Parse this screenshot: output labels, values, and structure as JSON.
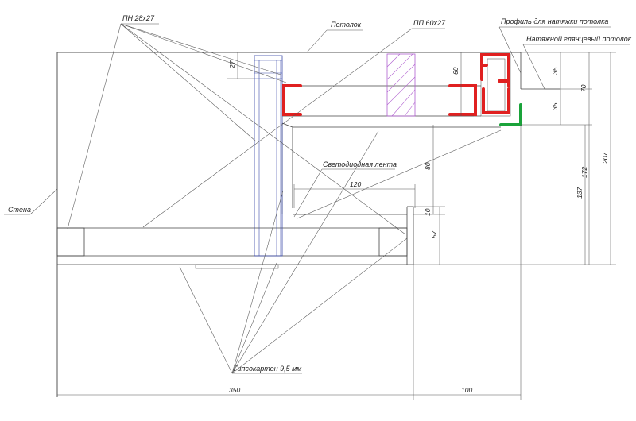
{
  "labels": {
    "pn_profile": "ПН 28x27",
    "ceiling": "Потолок",
    "pp_profile": "ПП 60x27",
    "tension_profile": "Профиль для натяжки потолка",
    "glossy_ceiling": "Натяжной глянцевый потолок",
    "led_strip": "Светодиодная лента",
    "wall": "Стена",
    "drywall": "Гипсокартон 9,5 мм"
  },
  "dimensions": {
    "d27": "27",
    "d60": "60",
    "d35_top": "35",
    "d35_bottom": "35",
    "d70": "70",
    "d207": "207",
    "d172": "172",
    "d137": "137",
    "d80": "80",
    "d120": "120",
    "d10": "10",
    "d57": "57",
    "d350": "350",
    "d100": "100"
  },
  "colors": {
    "highlight_red": "#e02020",
    "highlight_green": "#1aa33a",
    "hatch_purple": "#b060d0",
    "stud_blue": "#3a4aa8"
  }
}
